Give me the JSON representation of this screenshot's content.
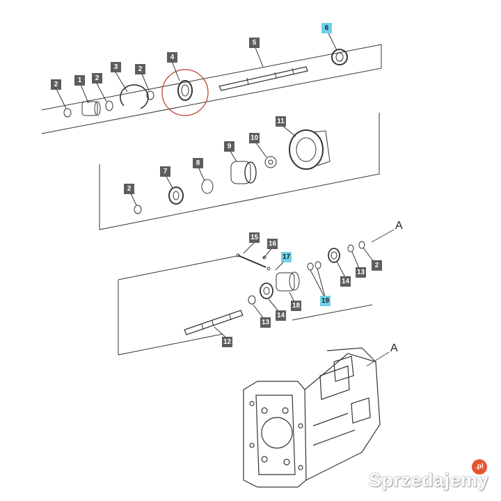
{
  "callouts": {
    "c1": "1",
    "c2a": "2",
    "c2b": "2",
    "c2c": "2",
    "c2d": "2",
    "c2e": "2",
    "c3": "3",
    "c4": "4",
    "c5": "5",
    "c6": "6",
    "c7": "7",
    "c8": "8",
    "c9": "9",
    "c10": "10",
    "c11": "11",
    "c12": "12",
    "c13a": "13",
    "c13b": "13",
    "c14a": "14",
    "c14b": "14",
    "c15": "15",
    "c16": "16",
    "c17": "17",
    "c18": "18",
    "c19": "19"
  },
  "reference_marks": {
    "a_top": "A",
    "a_bottom": "A"
  },
  "highlighted_callouts": [
    "6",
    "17",
    "19"
  ],
  "watermark": {
    "text": "Sprzedajemy",
    "tld": ".pl"
  },
  "colors": {
    "callout_bg": "#5d5d5d",
    "callout_highlight": "#6ed0e8",
    "circle_mark": "#c0392b"
  }
}
